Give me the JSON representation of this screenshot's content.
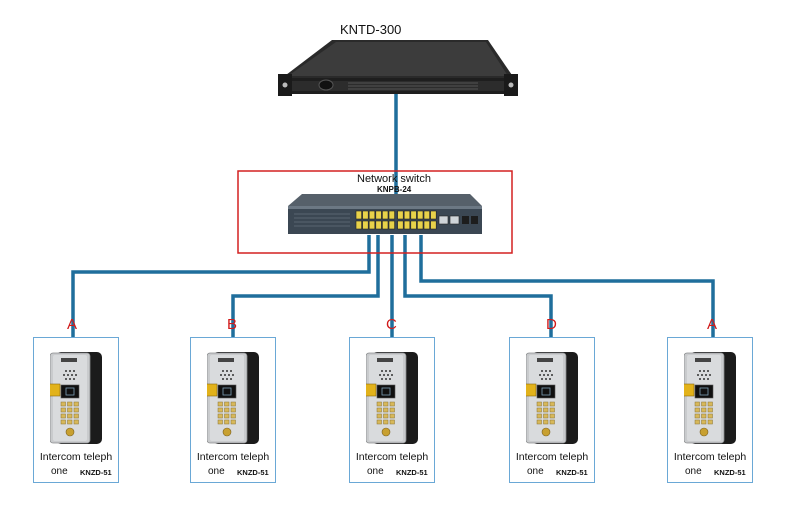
{
  "server": {
    "title": "KNTD-300"
  },
  "switch": {
    "title": "Network switch",
    "model": "KNPB-24"
  },
  "phones": [
    {
      "port": "A",
      "name_line1": "Intercom teleph",
      "name_line2": "one",
      "model": "KNZD-51"
    },
    {
      "port": "B",
      "name_line1": "Intercom teleph",
      "name_line2": "one",
      "model": "KNZD-51"
    },
    {
      "port": "C",
      "name_line1": "Intercom teleph",
      "name_line2": "one",
      "model": "KNZD-51"
    },
    {
      "port": "D",
      "name_line1": "Intercom teleph",
      "name_line2": "one",
      "model": "KNZD-51"
    },
    {
      "port": "A",
      "name_line1": "Intercom teleph",
      "name_line2": "one",
      "model": "KNZD-51"
    }
  ],
  "colors": {
    "cable": "#1f6e9c",
    "switch_box": "#d32020",
    "port_label": "#d11a1a",
    "card_border": "#6aa8d6"
  }
}
